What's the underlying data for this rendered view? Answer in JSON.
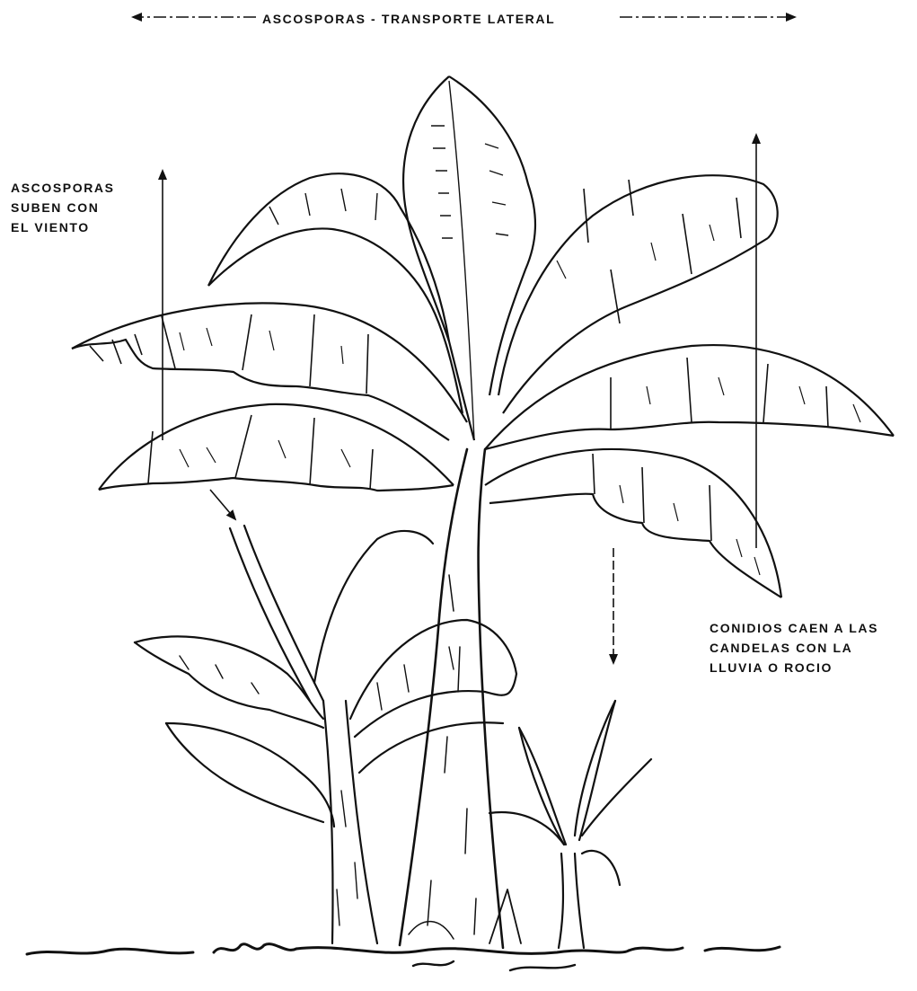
{
  "diagram": {
    "top_arrow_label": "ASCOSPORAS - TRANSPORTE LATERAL",
    "left_label_lines": [
      "ASCOSPORAS",
      "SUBEN CON",
      "EL VIENTO"
    ],
    "right_label_lines": [
      "CONIDIOS CAEN A LAS",
      "CANDELAS CON LA",
      "LLUVIA O ROCIO"
    ],
    "ink_color": "#111111",
    "background_color": "#ffffff",
    "icons": [
      "banana-plant-illustration"
    ]
  }
}
